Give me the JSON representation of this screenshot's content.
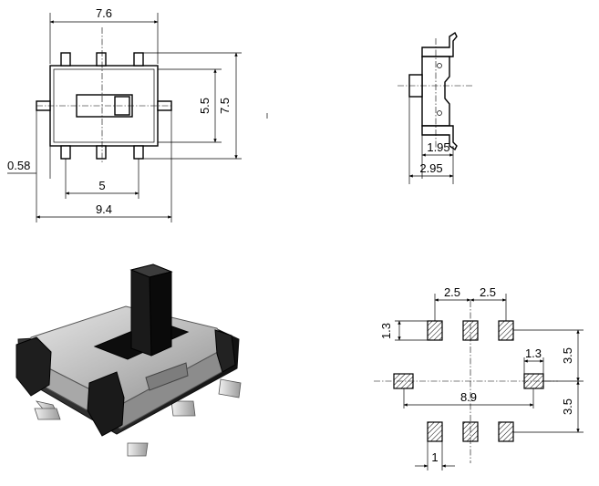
{
  "top_view": {
    "dims": {
      "body_width": "7.6",
      "pin_offset": "0.58",
      "pin_span": "5",
      "overall_width": "9.4",
      "inner_height": "5.5",
      "overall_height": "7.5"
    }
  },
  "side_view": {
    "dims": {
      "actuator_depth": "1.95",
      "overall_depth": "2.95"
    }
  },
  "footprint": {
    "dims": {
      "pad_pitch_left": "2.5",
      "pad_pitch_right": "2.5",
      "pad_height": "1.3",
      "side_pad_length": "1.3",
      "side_pad_span": "8.9",
      "row_offset_top": "3.5",
      "row_offset_bottom": "3.5",
      "pad_width": "1"
    }
  },
  "colors": {
    "line": "#000000",
    "switch_body": "#2b2b2b",
    "metal_cover": "#c8c8c8",
    "actuator": "#1a1a1a"
  }
}
